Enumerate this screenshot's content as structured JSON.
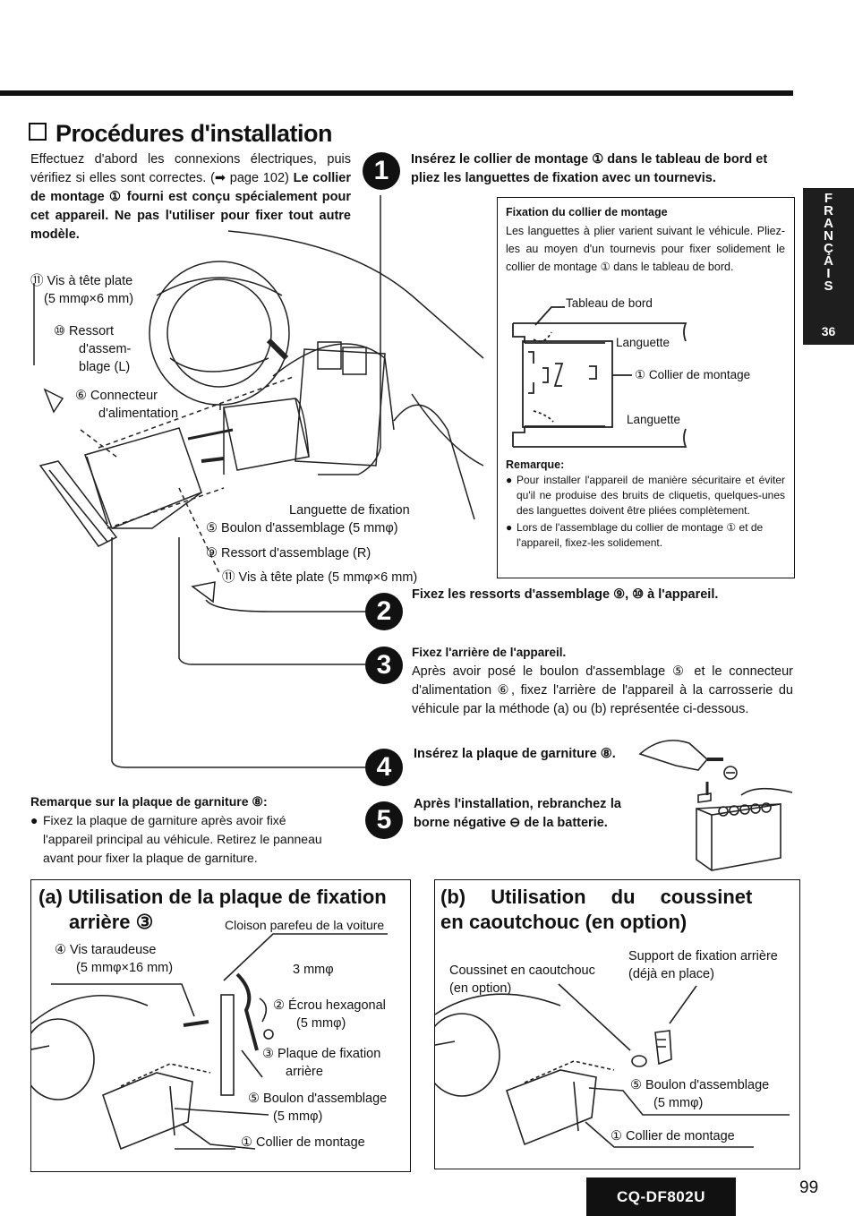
{
  "section": {
    "title": "Procédures d'installation",
    "intro_line1": "Effectuez d'abord les connexions électriques, puis vérifiez si elles sont correctes. (➡ page 102)",
    "intro_bold": "Le collier de montage ① fourni est conçu spécialement pour cet appareil. Ne pas l'utiliser pour fixer tout autre modèle."
  },
  "side_tab": {
    "letters": [
      "F",
      "R",
      "A",
      "N",
      "Ç",
      "A",
      "I",
      "S"
    ],
    "page": "36"
  },
  "diagram_main": {
    "label_11a_line1": "⑪ Vis à tête plate",
    "label_11a_line2": "(5 mmφ×6 mm)",
    "label_10_line1": "⑩ Ressort",
    "label_10_line2": "d'assem-",
    "label_10_line3": "blage (L)",
    "label_6_line1": "⑥ Connecteur",
    "label_6_line2": "d'alimentation",
    "label_tab": "Languette de fixation",
    "label_5": "⑤ Boulon d'assemblage (5 mmφ)",
    "label_9": "⑨ Ressort d'assemblage (R)",
    "label_11b": "⑪ Vis à tête plate (5 mmφ×6 mm)"
  },
  "step1": {
    "num": "1",
    "text": "Insérez le collier de montage ① dans le tableau de bord et pliez les languettes de fixation avec un tournevis.",
    "box_title": "Fixation du collier de montage",
    "box_text": "Les languettes à plier varient suivant le véhicule. Pliez-les au moyen d'un tournevis pour fixer solidement le collier de montage ① dans le tableau de bord.",
    "lbl_dashboard": "Tableau de bord",
    "lbl_tab1": "Languette",
    "lbl_sleeve": "① Collier de montage",
    "lbl_tab2": "Languette",
    "remark_title": "Remarque:",
    "remark1": "Pour installer l'appareil de manière sécuritaire et éviter qu'il ne produise des bruits de cliquetis, quelques-unes des languettes doivent être pliées complètement.",
    "remark2": "Lors de l'assemblage du collier de montage ① et de l'appareil, fixez-les solidement."
  },
  "step2": {
    "num": "2",
    "text": "Fixez les ressorts d'assemblage ⑨, ⑩ à l'appareil."
  },
  "step3": {
    "num": "3",
    "title": "Fixez l'arrière de l'appareil.",
    "text": "Après avoir posé le boulon d'assemblage ⑤ et le connecteur d'alimentation ⑥, fixez l'arrière de l'appareil à la carrosserie du véhicule par la méthode (a) ou (b) représentée ci-dessous."
  },
  "step4": {
    "num": "4",
    "text": "Insérez la plaque de garniture ⑧."
  },
  "step5": {
    "num": "5",
    "text": "Après l'installation, rebranchez la borne négative ⊖ de la batterie."
  },
  "trim_note": {
    "title": "Remarque sur la plaque de garniture ⑧:",
    "text": "Fixez la plaque de garniture après avoir fixé l'appareil principal au véhicule. Retirez le panneau avant pour fixer la plaque de garniture."
  },
  "box_a": {
    "title_line1": "(a) Utilisation de la plaque de fixation",
    "title_line2": "arrière ③",
    "lbl_firewall": "Cloison parefeu de la voiture",
    "lbl_screw_1": "④ Vis taraudeuse",
    "lbl_screw_2": "(5 mmφ×16 mm)",
    "lbl_3mm": "3 mmφ",
    "lbl_nut_1": "② Écrou hexagonal",
    "lbl_nut_2": "(5 mmφ)",
    "lbl_plate_1": "③ Plaque de fixation",
    "lbl_plate_2": "arrière",
    "lbl_bolt_1": "⑤ Boulon d'assemblage",
    "lbl_bolt_2": "(5 mmφ)",
    "lbl_sleeve": "① Collier de montage"
  },
  "box_b": {
    "title_line1": "(b) Utilisation du coussinet en",
    "title_line2": "caoutchouc (en option)",
    "lbl_support_1": "Support de fixation arrière",
    "lbl_support_2": "(déjà en place)",
    "lbl_cushion_1": "Coussinet en caoutchouc",
    "lbl_cushion_2": "(en option)",
    "lbl_bolt_1": "⑤ Boulon d'assemblage",
    "lbl_bolt_2": "(5 mmφ)",
    "lbl_sleeve": "① Collier de montage"
  },
  "footer": {
    "model": "CQ-DF802U",
    "page": "99"
  }
}
